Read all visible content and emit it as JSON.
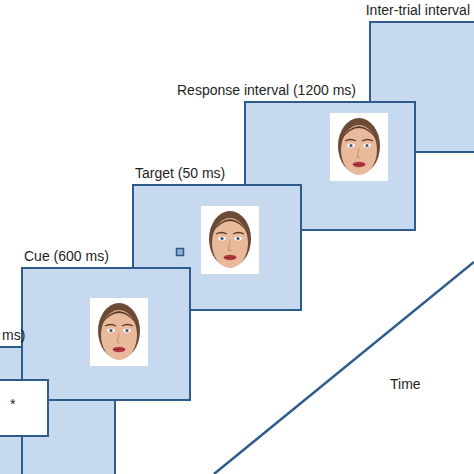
{
  "diagram": {
    "nodes": [
      {
        "text": [
          "ms)"
        ]
      },
      {
        "text": [
          "*"
        ]
      },
      {
        "text": [
          "Cue (600 ms)"
        ]
      },
      {
        "text": [
          "Target (50 ms)"
        ]
      },
      {
        "text": [
          "Response interval (1200 ms)"
        ]
      },
      {
        "text": [
          "Inter-trial interval"
        ]
      }
    ],
    "labels": [
      "Time"
    ]
  }
}
